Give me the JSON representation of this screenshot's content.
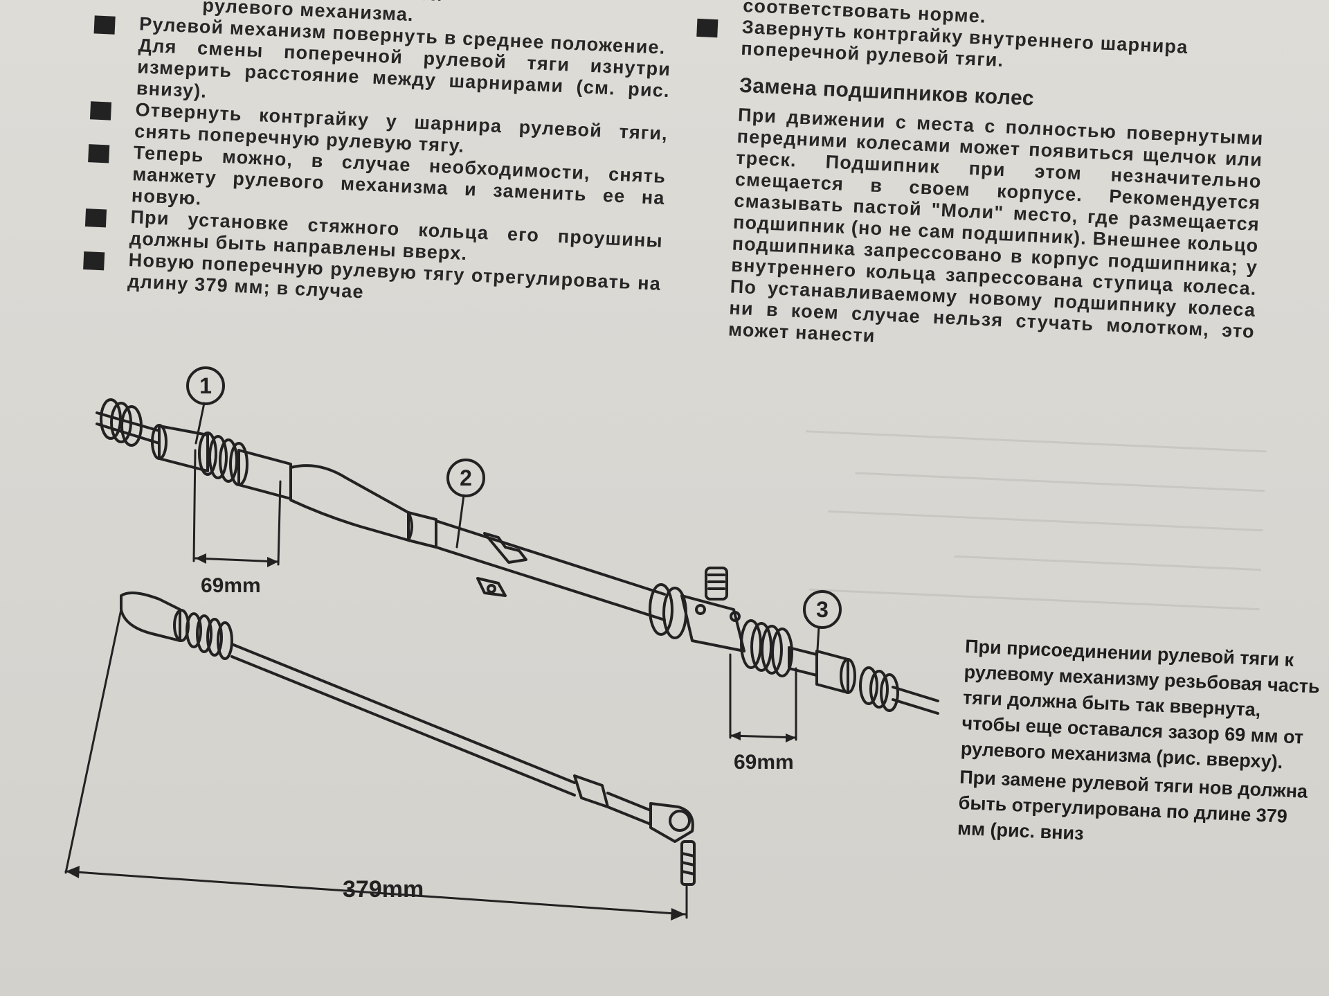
{
  "left_column": {
    "lines": [
      "кольцо резиновой",
      "рулевого механизма.",
      "Рулевой механизм повернуть в среднее положение.",
      "Для смены поперечной рулевой тяги изнутри измерить расстояние между шарнирами (см. рис. внизу).",
      "Отвернуть контргайку у шарнира рулевой тяги, снять поперечную рулевую тягу.",
      "Теперь можно, в случае необходимости, снять манжету рулевого механизма и заменить ее на новую.",
      "При установке стяжного кольца его проушины должны быть направлены вверх.",
      "Новую поперечную рулевую тягу отрегулировать на длину 379 мм; в случае"
    ]
  },
  "right_column": {
    "top_line": "соответствовать норме.",
    "bullet_1": "Завернуть контргайку внутреннего шарнира поперечной рулевой тяги.",
    "heading": "Замена подшипников колес",
    "paragraph": "При движении с места с полностью повернутыми передними колесами может появиться щелчок или треск. Подшипник при этом незначительно смещается в своем корпусе. Рекомендуется смазывать пастой \"Моли\" место, где размещается подшипник (но не сам подшипник). Внешнее кольцо подшипника запрессовано в корпус подшипника; у внутреннего кольца запрессована ступица колеса. По устанавливаемому новому подшипнику колеса ни в коем случае нельзя стучать молотком, это может нанести"
  },
  "caption": {
    "p1": "При присоединении рулевой тяги к рулевому механизму резьбовая часть тяги должна быть так ввернута, чтобы еще оставался зазор 69 мм от рулевого механизма (рис. вверху).",
    "p2": "При замене рулевой тяги нов должна быть отрегулирована по длине 379 мм (рис. вниз"
  },
  "diagram": {
    "callout_1": "1",
    "callout_2": "2",
    "callout_3": "3",
    "dim_left": "69mm",
    "dim_right": "69mm",
    "dim_length": "379mm"
  },
  "colors": {
    "paper": "#d9d7d2",
    "ink": "#262626"
  }
}
